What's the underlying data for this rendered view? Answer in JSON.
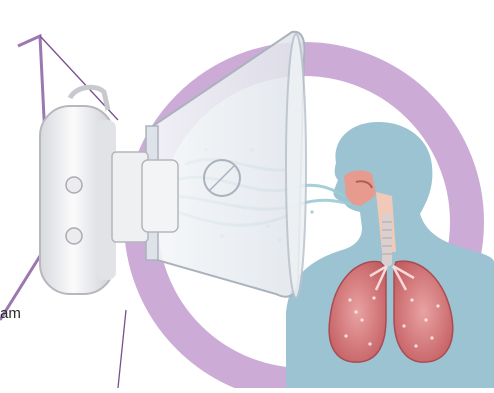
{
  "illustration": {
    "partial_label": "am",
    "accent_color": "#c9a6d4",
    "callout_line_color": "#7b4f8e",
    "device_color": "#f2f2f4",
    "mask_color": "#e7ebef",
    "mist_color": "#9ccbd6",
    "body_silhouette_color": "#9cc3d2",
    "lung_color": "#d87b7b",
    "icons": [
      "nebulizer-device",
      "face-mask",
      "aerosol-mist",
      "human-silhouette",
      "lungs",
      "airway"
    ]
  }
}
